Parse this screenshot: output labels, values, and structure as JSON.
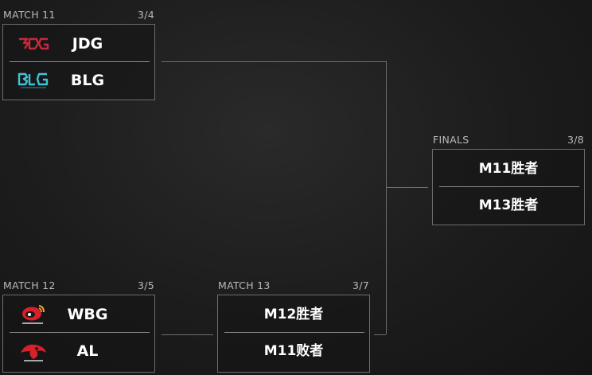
{
  "bracket": {
    "match11": {
      "title": "MATCH 11",
      "date": "3/4",
      "team1": {
        "name": "JDG",
        "logo": "jdg-logo",
        "color": "#c8293a"
      },
      "team2": {
        "name": "BLG",
        "logo": "blg-logo",
        "color": "#3fc3d6"
      }
    },
    "match12": {
      "title": "MATCH 12",
      "date": "3/5",
      "team1": {
        "name": "WBG",
        "logo": "wbg-logo",
        "color": "#d8202a"
      },
      "team2": {
        "name": "AL",
        "logo": "al-logo",
        "color": "#d8202a"
      }
    },
    "match13": {
      "title": "MATCH 13",
      "date": "3/7",
      "slot1": "M12胜者",
      "slot2": "M11败者"
    },
    "finals": {
      "title": "FINALS",
      "date": "3/8",
      "slot1": "M11胜者",
      "slot2": "M13胜者"
    }
  }
}
